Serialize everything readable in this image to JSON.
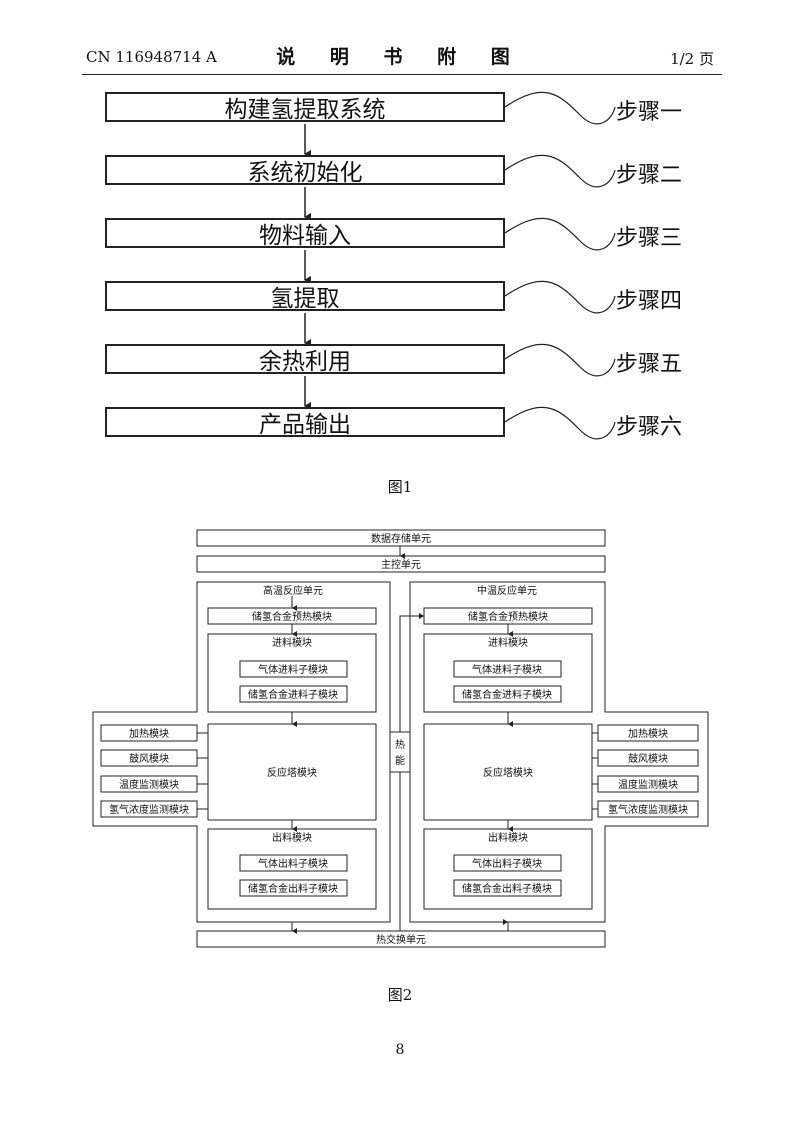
{
  "header": {
    "patent_no": "CN 116948714 A",
    "title": "说 明 书 附 图",
    "page_info": "1/2 页"
  },
  "fig1": {
    "caption": "图1",
    "steps": [
      {
        "text": "构建氢提取系统",
        "label": "步骤一"
      },
      {
        "text": "系统初始化",
        "label": "步骤二"
      },
      {
        "text": "物料输入",
        "label": "步骤三"
      },
      {
        "text": "氢提取",
        "label": "步骤四"
      },
      {
        "text": "余热利用",
        "label": "步骤五"
      },
      {
        "text": "产品输出",
        "label": "步骤六"
      }
    ]
  },
  "fig2": {
    "caption": "图2",
    "data_storage": "数据存储单元",
    "main_control": "主控单元",
    "heat_exchange": "热交换单元",
    "heat_energy_1": "热",
    "heat_energy_2": "能",
    "high_temp": {
      "title": "高温反应单元",
      "preheat": "储氢合金预热模块",
      "feed": "进料模块",
      "gas_feed": "气体进料子模块",
      "alloy_feed": "储氢合金进料子模块",
      "tower": "反应塔模块",
      "discharge": "出料模块",
      "gas_out": "气体出料子模块",
      "alloy_out": "储氢合金出料子模块",
      "side": [
        "加热模块",
        "鼓风模块",
        "温度监测模块",
        "氢气浓度监测模块"
      ]
    },
    "mid_temp": {
      "title": "中温反应单元",
      "preheat": "储氢合金预热模块",
      "feed": "进料模块",
      "gas_feed": "气体进料子模块",
      "alloy_feed": "储氢合金进料子模块",
      "tower": "反应塔模块",
      "discharge": "出料模块",
      "gas_out": "气体出料子模块",
      "alloy_out": "储氢合金出料子模块",
      "side": [
        "加热模块",
        "鼓风模块",
        "温度监测模块",
        "氢气浓度监测模块"
      ]
    }
  },
  "page_number": "8"
}
